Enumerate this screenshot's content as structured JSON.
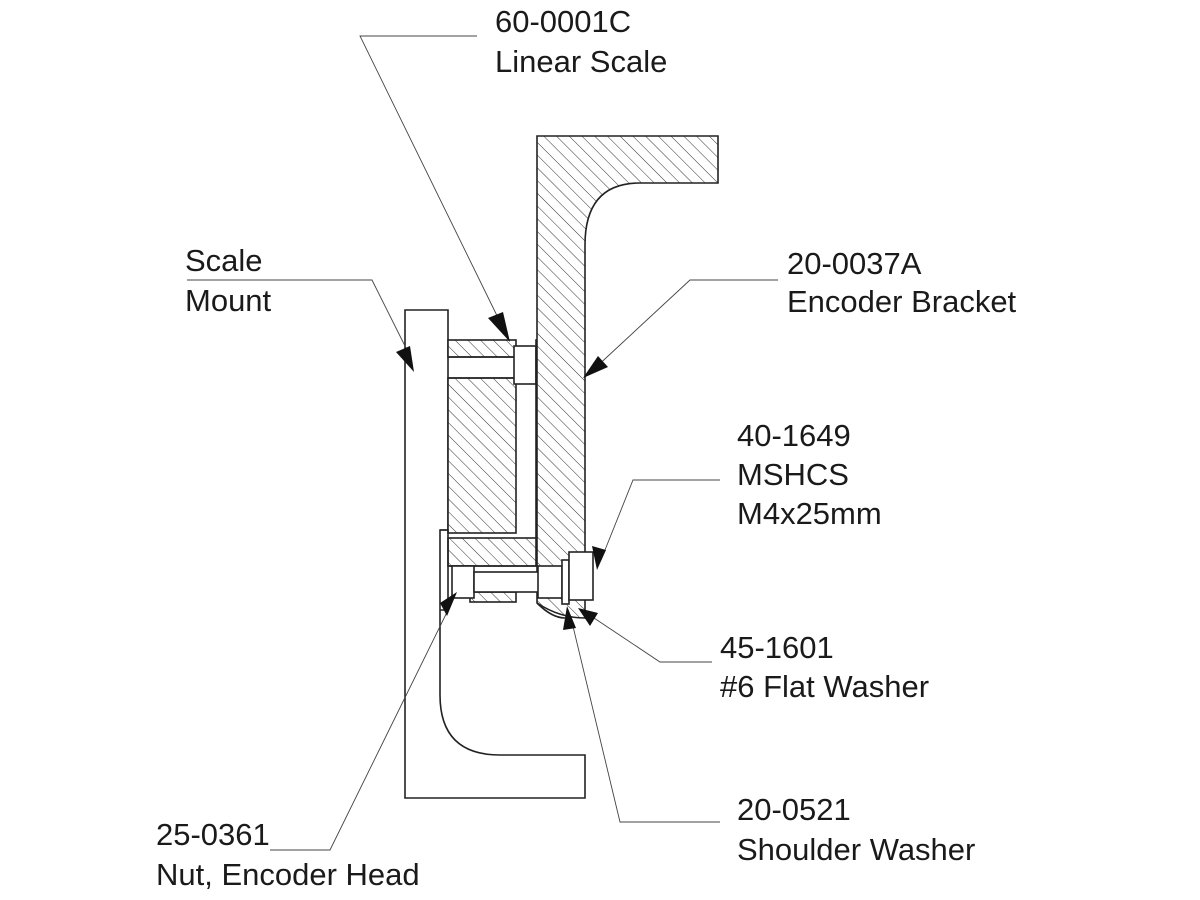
{
  "callouts": {
    "linear_scale": {
      "part": "60-0001C",
      "name": "Linear Scale"
    },
    "scale_mount": {
      "line1": "Scale",
      "line2": "Mount"
    },
    "encoder_bracket": {
      "part": "20-0037A",
      "name": "Encoder Bracket"
    },
    "mshcs": {
      "part": "40-1649",
      "name": "MSHCS",
      "size": "M4x25mm"
    },
    "flat_washer": {
      "part": "45-1601",
      "name": "#6 Flat Washer"
    },
    "shoulder_washer": {
      "part": "20-0521",
      "name": "Shoulder Washer"
    },
    "nut": {
      "part": "25-0361",
      "name": "Nut, Encoder Head"
    }
  }
}
